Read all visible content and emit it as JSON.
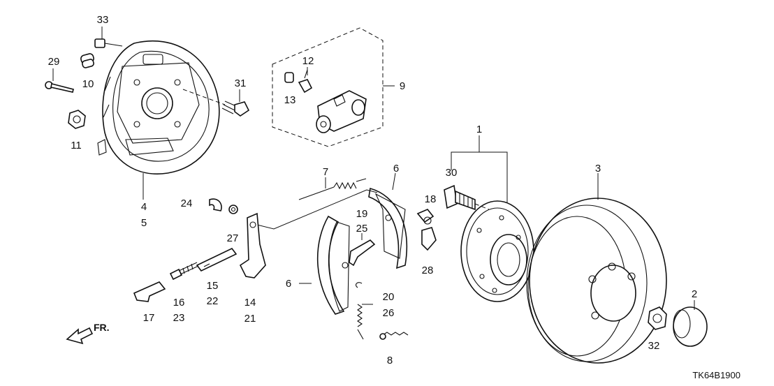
{
  "callouts": [
    {
      "id": "c33",
      "text": "33"
    },
    {
      "id": "c29",
      "text": "29"
    },
    {
      "id": "c10",
      "text": "10"
    },
    {
      "id": "c11",
      "text": "11"
    },
    {
      "id": "c31",
      "text": "31"
    },
    {
      "id": "c4",
      "text": "4"
    },
    {
      "id": "c5",
      "text": "5"
    },
    {
      "id": "c12",
      "text": "12"
    },
    {
      "id": "c13",
      "text": "13"
    },
    {
      "id": "c9",
      "text": "9"
    },
    {
      "id": "c1",
      "text": "1"
    },
    {
      "id": "c30",
      "text": "30"
    },
    {
      "id": "c3",
      "text": "3"
    },
    {
      "id": "c7",
      "text": "7"
    },
    {
      "id": "c6a",
      "text": "6"
    },
    {
      "id": "c18",
      "text": "18"
    },
    {
      "id": "c19",
      "text": "19"
    },
    {
      "id": "c25",
      "text": "25"
    },
    {
      "id": "c28",
      "text": "28"
    },
    {
      "id": "c24",
      "text": "24"
    },
    {
      "id": "c27",
      "text": "27"
    },
    {
      "id": "c15",
      "text": "15"
    },
    {
      "id": "c22",
      "text": "22"
    },
    {
      "id": "c16",
      "text": "16"
    },
    {
      "id": "c23",
      "text": "23"
    },
    {
      "id": "c17",
      "text": "17"
    },
    {
      "id": "c14",
      "text": "14"
    },
    {
      "id": "c21",
      "text": "21"
    },
    {
      "id": "c6b",
      "text": "6"
    },
    {
      "id": "c20",
      "text": "20"
    },
    {
      "id": "c26",
      "text": "26"
    },
    {
      "id": "c8",
      "text": "8"
    },
    {
      "id": "c2",
      "text": "2"
    },
    {
      "id": "c32",
      "text": "32"
    }
  ],
  "direction_label": "FR.",
  "diagram_code": "TK64B1900"
}
